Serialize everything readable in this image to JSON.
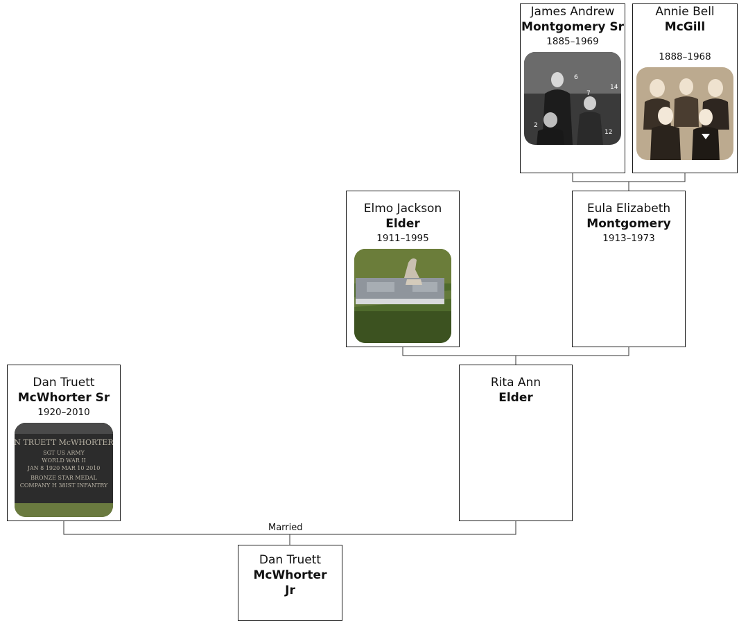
{
  "people": {
    "james": {
      "given": "James Andrew",
      "surname": "Montgomery Sr",
      "years": "1885–1969",
      "photo": "group-photo-bw"
    },
    "annie": {
      "given": "Annie Bell",
      "surname": "McGill",
      "years": "1888–1968",
      "photo": "group-photo-sepia"
    },
    "elmo": {
      "given": "Elmo Jackson",
      "surname": "Elder",
      "years": "1911–1995",
      "photo": "headstone-photo"
    },
    "eula": {
      "given": "Eula Elizabeth",
      "surname": "Montgomery",
      "years": "1913–1973"
    },
    "dansr": {
      "given": "Dan Truett",
      "surname": "McWhorter Sr",
      "years": "1920–2010",
      "photo": "grave-marker-photo",
      "marker_lines": [
        "N TRUETT McWHORTER",
        "SGT US ARMY",
        "WORLD WAR II",
        "JAN 8 1920      MAR 10 2010",
        "BRONZE STAR MEDAL",
        "COMPANY H 38IST INFANTRY"
      ]
    },
    "rita": {
      "given": "Rita Ann",
      "surname": "Elder"
    },
    "danjr": {
      "given": "Dan Truett",
      "surname": "McWhorter Jr"
    }
  },
  "relations": {
    "married_label": "Married"
  },
  "photo_numbers": [
    "6",
    "7",
    "14",
    "2",
    "12"
  ],
  "colors": {
    "border": "#1a1a1a",
    "line": "#333333"
  }
}
